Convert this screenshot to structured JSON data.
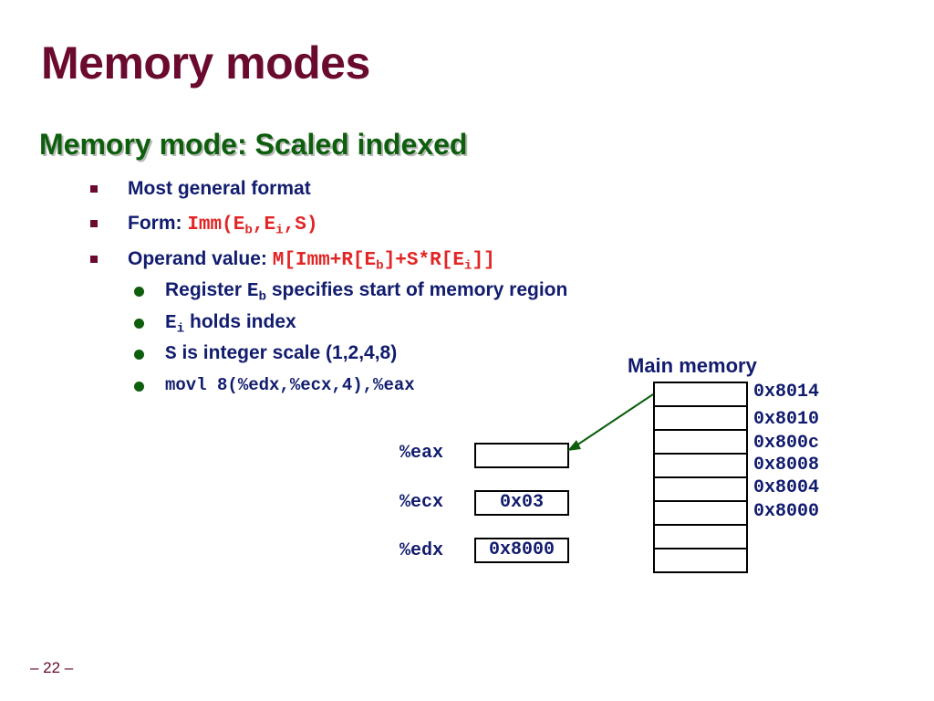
{
  "title": "Memory modes",
  "subtitle": "Memory mode: Scaled indexed",
  "bullets": {
    "b1": "Most general format",
    "b2_label": "Form: ",
    "b2_code_pre": "Imm(E",
    "b2_sub1": "b",
    "b2_mid": ",E",
    "b2_sub2": "i",
    "b2_post": ",S)",
    "b3_label": "Operand value: ",
    "b3_code_pre": "M[Imm+R[E",
    "b3_sub1": "b",
    "b3_mid": "]+S*R[E",
    "b3_sub2": "i",
    "b3_post": "]]"
  },
  "subbullets": {
    "s1_pre": "Register ",
    "s1_code": "E",
    "s1_sub": "b",
    "s1_post": " specifies start of memory region",
    "s2_code": "E",
    "s2_sub": "i",
    "s2_post": " holds index",
    "s3_code": "S",
    "s3_post": " is integer scale (1,2,4,8)",
    "s4_code": "movl 8(%edx,%ecx,4),%eax"
  },
  "registers": [
    {
      "name": "%eax",
      "value": ""
    },
    {
      "name": "%ecx",
      "value": "0x03"
    },
    {
      "name": "%edx",
      "value": "0x8000"
    }
  ],
  "memory": {
    "title": "Main memory",
    "addresses": [
      "0x8014",
      "0x8010",
      "0x800c",
      "0x8008",
      "0x8004",
      "0x8000"
    ]
  },
  "page_number": "– 22 –",
  "colors": {
    "title": "#6b0a2f",
    "subtitle": "#0d5e0d",
    "text": "#111c6e",
    "code": "#e22424"
  }
}
